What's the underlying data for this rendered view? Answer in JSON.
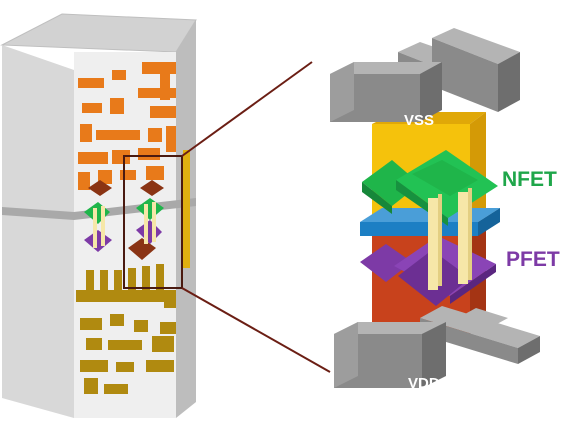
{
  "labels": {
    "vss": "VSS",
    "vdd": "VDD",
    "nfet": "NFET",
    "pfet": "PFET"
  },
  "colors": {
    "background": "#ffffff",
    "metal_top": "#e87a1a",
    "metal_bottom": "#b08a10",
    "rail_gray": "#8a8a8a",
    "rail_dark": "#6e6e6e",
    "rail_light": "#b4b4b4",
    "nfet_green": "#1fb54a",
    "pfet_purple": "#7d3aa6",
    "gate_yellow": "#f6e7a8",
    "channel_yellow": "#f5c20c",
    "channel_red": "#c8421c",
    "channel_brown": "#8a3414",
    "isolation_blue": "#1c7fc4",
    "connector_line": "#6b1e14",
    "nfet_label": "#1fa64a",
    "pfet_label": "#7d3aa6",
    "rail_label": "#ffffff"
  },
  "components": [
    "chip-block",
    "zoom-box",
    "vss-rail",
    "vdd-rail",
    "nfet-device",
    "pfet-device",
    "gate-contacts",
    "isolation-layer"
  ]
}
